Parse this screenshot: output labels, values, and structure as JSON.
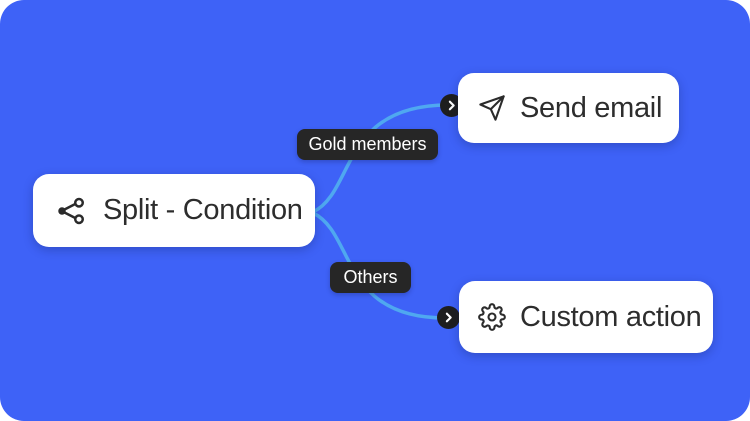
{
  "canvas": {
    "background_color": "#3E62F7",
    "connector_color": "#4FA8F0",
    "node_background": "#ffffff",
    "node_text_color": "#2d2d2d",
    "label_background": "#262626",
    "label_text_color": "#ffffff"
  },
  "nodes": {
    "split": {
      "label": "Split - Condition",
      "icon": "split-icon"
    },
    "send_email": {
      "label": "Send email",
      "icon": "send-icon"
    },
    "custom_action": {
      "label": "Custom action",
      "icon": "gear-icon"
    }
  },
  "branches": {
    "gold": {
      "label": "Gold members"
    },
    "others": {
      "label": "Others"
    }
  }
}
